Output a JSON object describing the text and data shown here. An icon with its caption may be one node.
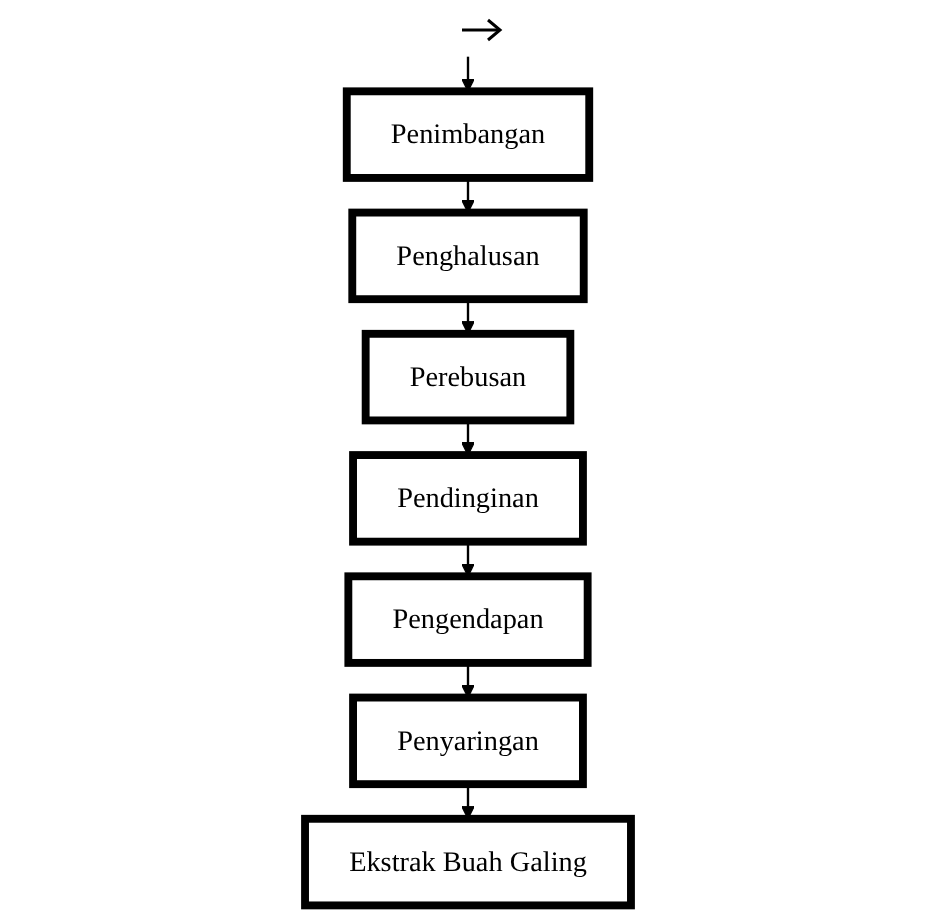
{
  "diagram": {
    "nodes": [
      {
        "text": [
          "Penimbangan"
        ]
      },
      {
        "text": [
          "Penghalusan"
        ]
      },
      {
        "text": [
          "Perebusan"
        ]
      },
      {
        "text": [
          "Pendinginan"
        ]
      },
      {
        "text": [
          "Pengendapan"
        ]
      },
      {
        "text": [
          "Penyaringan"
        ]
      },
      {
        "text": [
          "Ekstrak Buah Galing"
        ]
      }
    ],
    "edges": [
      {
        "from": null,
        "to": 0,
        "arrow": "to"
      },
      {
        "from": 0,
        "to": 1,
        "arrow": "to"
      },
      {
        "from": 1,
        "to": 2,
        "arrow": "to"
      },
      {
        "from": 2,
        "to": 3,
        "arrow": "to"
      },
      {
        "from": 3,
        "to": 4,
        "arrow": "to"
      },
      {
        "from": 4,
        "to": 5,
        "arrow": "to"
      },
      {
        "from": 5,
        "to": 6,
        "arrow": "to"
      }
    ]
  }
}
